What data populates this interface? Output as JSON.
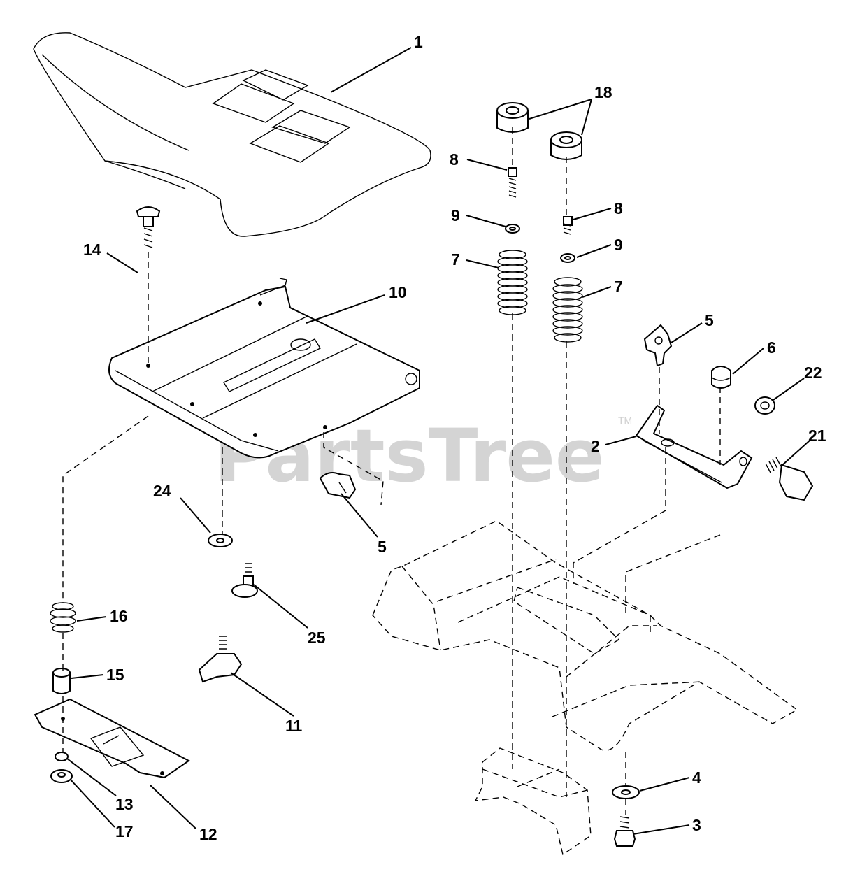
{
  "diagram": {
    "watermark": "PartsTree",
    "watermark_mark": "TM",
    "callouts": [
      {
        "id": "c1",
        "text": "1"
      },
      {
        "id": "c18",
        "text": "18"
      },
      {
        "id": "c8a",
        "text": "8"
      },
      {
        "id": "c8b",
        "text": "8"
      },
      {
        "id": "c9a",
        "text": "9"
      },
      {
        "id": "c9b",
        "text": "9"
      },
      {
        "id": "c7a",
        "text": "7"
      },
      {
        "id": "c7b",
        "text": "7"
      },
      {
        "id": "c14",
        "text": "14"
      },
      {
        "id": "c10",
        "text": "10"
      },
      {
        "id": "c5a",
        "text": "5"
      },
      {
        "id": "c6",
        "text": "6"
      },
      {
        "id": "c22",
        "text": "22"
      },
      {
        "id": "c2",
        "text": "2"
      },
      {
        "id": "c21",
        "text": "21"
      },
      {
        "id": "c24",
        "text": "24"
      },
      {
        "id": "c5b",
        "text": "5"
      },
      {
        "id": "c25",
        "text": "25"
      },
      {
        "id": "c16",
        "text": "16"
      },
      {
        "id": "c15",
        "text": "15"
      },
      {
        "id": "c11",
        "text": "11"
      },
      {
        "id": "c13",
        "text": "13"
      },
      {
        "id": "c17",
        "text": "17"
      },
      {
        "id": "c12",
        "text": "12"
      },
      {
        "id": "c4",
        "text": "4"
      },
      {
        "id": "c3",
        "text": "3"
      }
    ]
  }
}
